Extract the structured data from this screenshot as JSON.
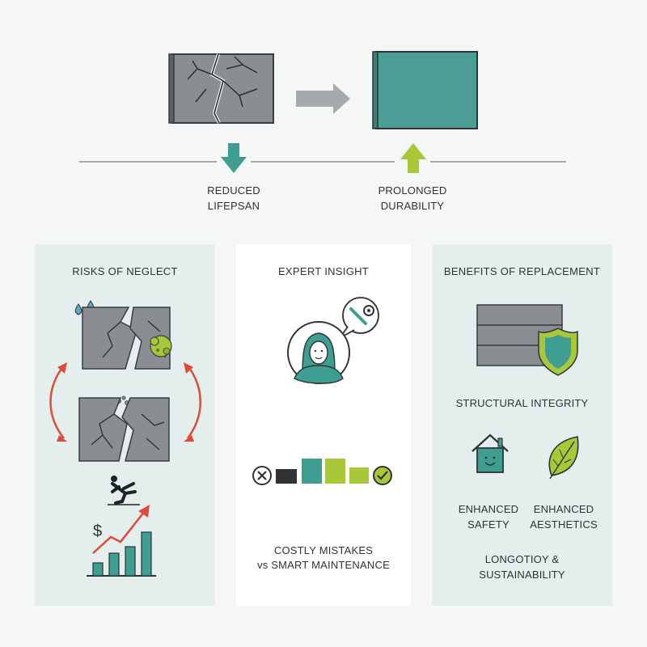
{
  "top": {
    "left_label": [
      "REDUCED",
      "LIFEPSAN"
    ],
    "right_label": [
      "PROLONGED",
      "DURABILITY"
    ]
  },
  "panels": {
    "risks": {
      "title": "RISKS OF NEGLECT",
      "currency_symbol": "$"
    },
    "expert": {
      "title": "EXPERT INSIGHT",
      "caption": [
        "COSTLY MISTAKES",
        "vs SMART MAINTENANCE"
      ]
    },
    "benefits": {
      "title": "BENEFITS OF REPLACEMENT",
      "structural": "STRUCTURAL INTEGRITY",
      "safety": [
        "ENHANCED",
        "SAFETY"
      ],
      "aesthetics": [
        "ENHANCED",
        "AESTHETICS"
      ],
      "longevity": [
        "LONGOTIOY &",
        "SUSTAINABILITY"
      ]
    }
  },
  "colors": {
    "teal": "#3e9e92",
    "lime": "#a8c83a",
    "gray_panel": "#8a8d92",
    "red": "#e04a3c",
    "panel_bg": "#e3eeed"
  }
}
